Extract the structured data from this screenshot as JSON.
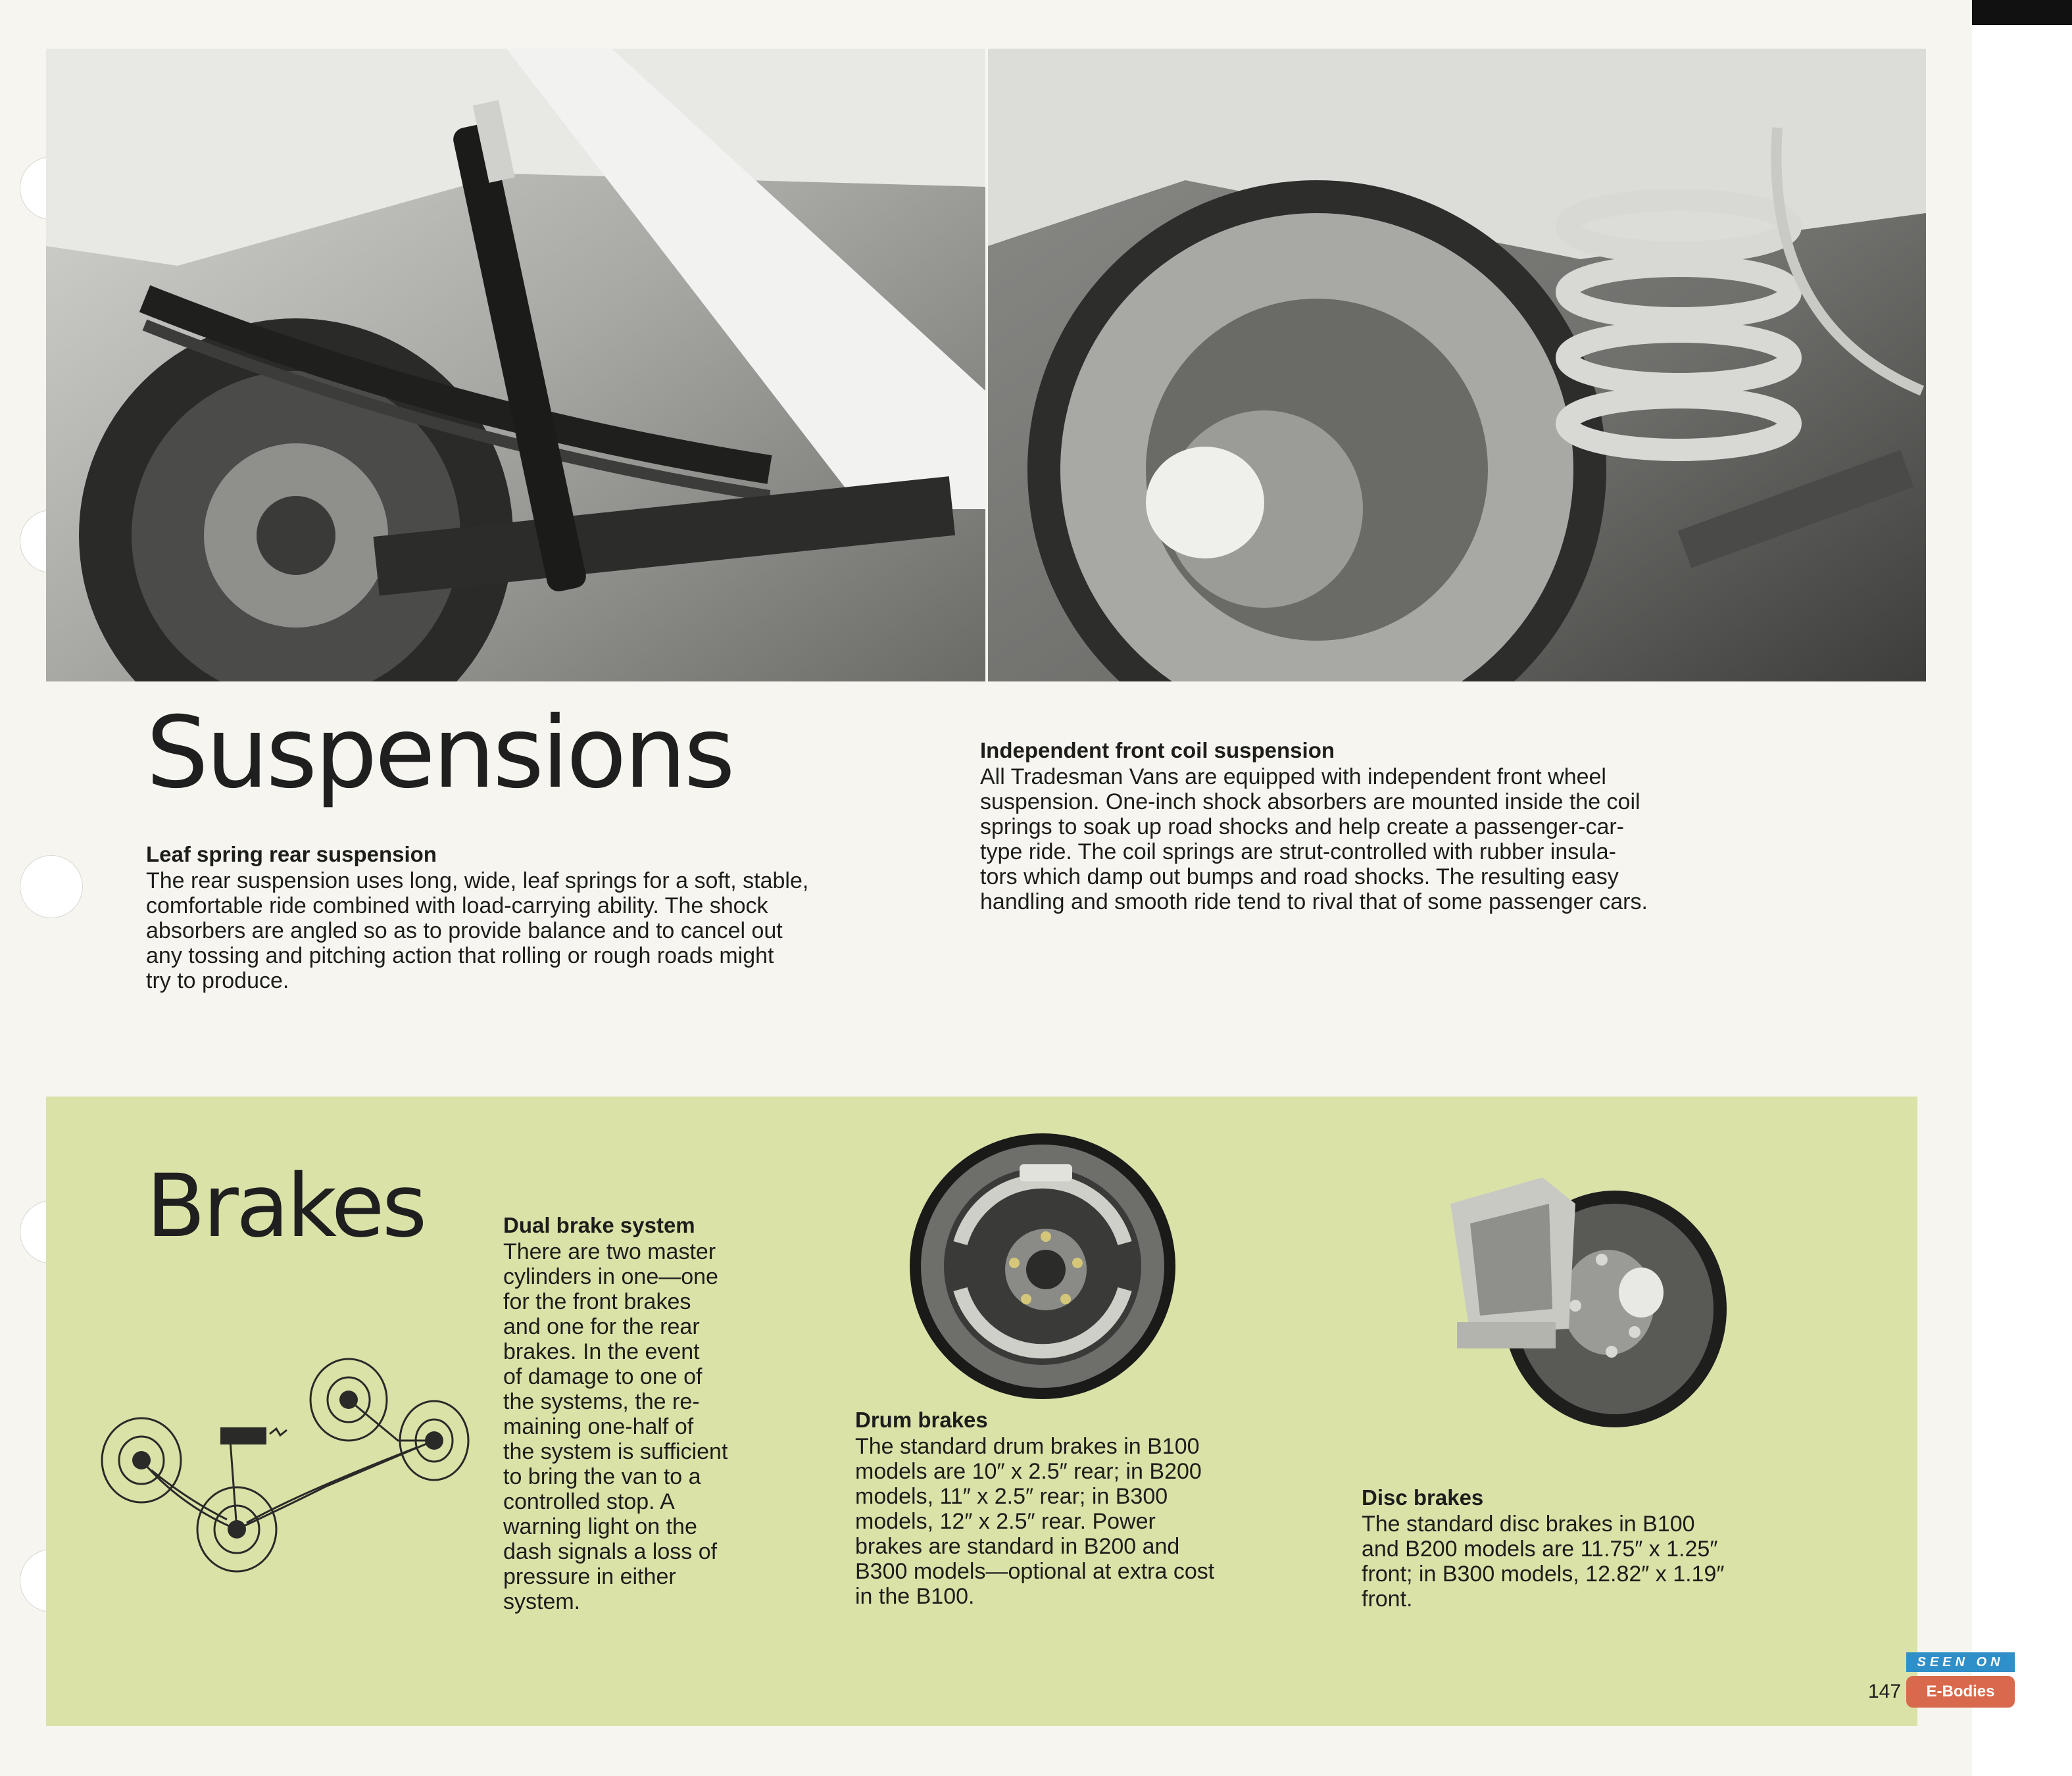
{
  "colors": {
    "page": "#f6f5ef",
    "brakes_panel": "#dbe2a8",
    "text": "#1d1d1b"
  },
  "photos": {
    "rear": {
      "icon": "leaf-spring-rear-suspension-photo"
    },
    "front": {
      "icon": "front-coil-disc-suspension-photo"
    },
    "drum": {
      "icon": "drum-brake-photo"
    },
    "disc": {
      "icon": "disc-brake-photo"
    },
    "diagram": {
      "icon": "dual-brake-system-diagram"
    }
  },
  "suspensions": {
    "title": "Suspensions",
    "rear": {
      "heading": "Leaf spring rear suspension",
      "body": "The rear suspension uses long, wide, leaf springs for a soft, stable,\ncomfortable ride combined with load-carrying ability. The shock\nabsorbers are angled so as to provide balance and to cancel out\nany tossing and pitching action that rolling or rough roads might\ntry to produce."
    },
    "front": {
      "heading": "Independent front coil suspension",
      "body": "All Tradesman Vans are equipped with independent front wheel\nsuspension. One-inch shock absorbers are mounted inside the coil\nsprings to soak up road shocks and help create a passenger-car-\ntype ride. The coil springs are strut-controlled with rubber insula-\ntors which damp out bumps and road shocks. The resulting easy\nhandling and smooth ride tend to rival that of some passenger cars."
    }
  },
  "brakes": {
    "title": "Brakes",
    "dual": {
      "heading": "Dual brake system",
      "body": "There are two master\ncylinders in one—one\nfor the front brakes\nand one for the rear\nbrakes. In the event\nof damage to one of\nthe systems, the re-\nmaining one-half of\nthe system is sufficient\nto bring the van to a\ncontrolled stop. A\nwarning light on the\ndash signals a loss of\npressure in either\nsystem."
    },
    "drum": {
      "heading": "Drum brakes",
      "body": "The standard drum brakes in B100\nmodels are 10″ x 2.5″ rear; in B200\nmodels, 11″ x 2.5″ rear; in B300\nmodels, 12″ x 2.5″ rear. Power\nbrakes are standard in B200 and\nB300 models—optional at extra cost\nin the B100."
    },
    "disc": {
      "heading": "Disc brakes",
      "body": "The standard disc brakes in B100\nand B200 models are 11.75″ x 1.25″\nfront; in B300 models, 12.82″ x 1.19″\nfront."
    }
  },
  "page_number": "147",
  "watermark": {
    "line1": "SEEN ON",
    "line2": "E-Bodies"
  }
}
